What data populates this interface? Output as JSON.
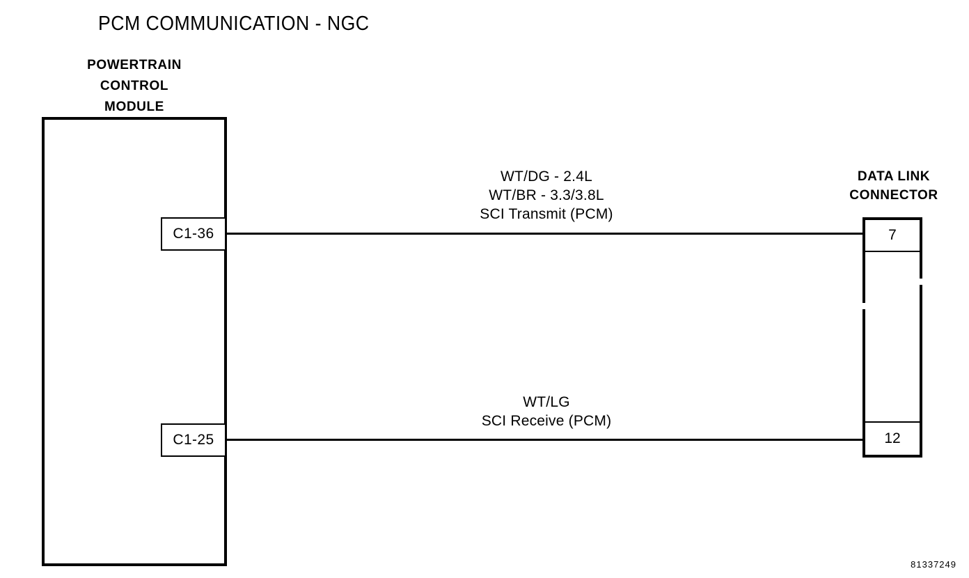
{
  "diagram": {
    "title": "PCM COMMUNICATION - NGC",
    "reference_number": "81337249",
    "ink_color": "#000000",
    "background_color": "#ffffff"
  },
  "pcm": {
    "label_line1": "POWERTRAIN",
    "label_line2": "CONTROL",
    "label_line3": "MODULE",
    "pins": [
      {
        "id": "C1-36"
      },
      {
        "id": "C1-25"
      }
    ]
  },
  "dlc": {
    "label_line1": "DATA LINK",
    "label_line2": "CONNECTOR",
    "pins": [
      {
        "id": "7"
      },
      {
        "id": "12"
      }
    ]
  },
  "circuits": [
    {
      "name": "sci-transmit",
      "label_line1": "WT/DG - 2.4L",
      "label_line2": "WT/BR - 3.3/3.8L",
      "label_line3": "SCI Transmit (PCM)",
      "from_pin": "C1-36",
      "to_pin": "7"
    },
    {
      "name": "sci-receive",
      "label_line1": "WT/LG",
      "label_line2": "SCI Receive (PCM)",
      "from_pin": "C1-25",
      "to_pin": "12"
    }
  ]
}
